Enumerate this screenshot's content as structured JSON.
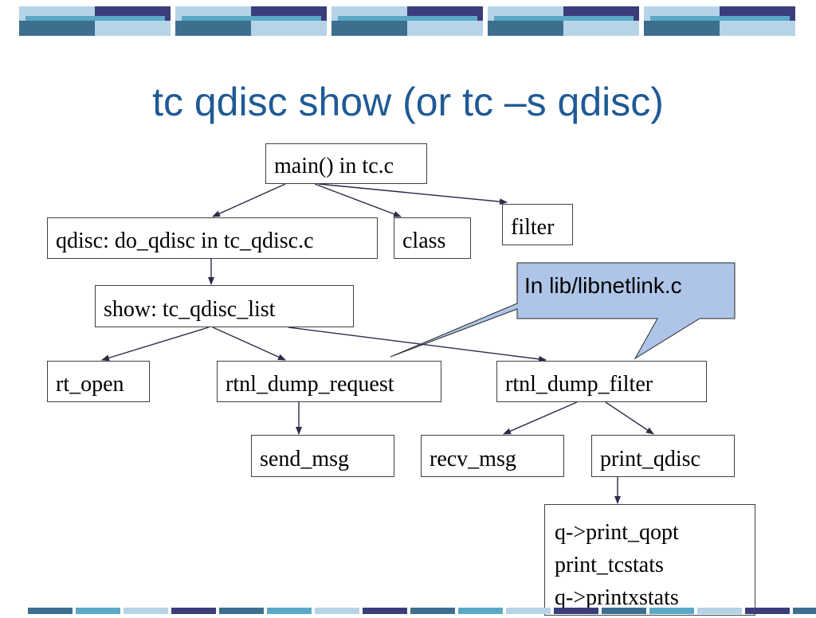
{
  "slide": {
    "title": "tc qdisc  show (or tc –s qdisc)"
  },
  "nodes": {
    "main": "main() in tc.c",
    "qdisc": "qdisc: do_qdisc in tc_qdisc.c",
    "class": "class",
    "filter": "filter",
    "show": "show: tc_qdisc_list",
    "rt_open": "rt_open",
    "rtnl_dump_request": "rtnl_dump_request",
    "rtnl_dump_filter": "rtnl_dump_filter",
    "send_msg": "send_msg",
    "recv_msg": "recv_msg",
    "print_qdisc": "print_qdisc",
    "print_details": [
      "q->print_qopt",
      "print_tcstats",
      "q->printxstats"
    ]
  },
  "callout": {
    "text": "In lib/libnetlink.c",
    "fill": "#aec4e8"
  },
  "colors": {
    "title": "#1f5a96",
    "band_dark": "#3a3d7a",
    "band_mid": "#3d6e8e",
    "band_light": "#b6d3e8",
    "band_teal": "#5aa8c5"
  }
}
